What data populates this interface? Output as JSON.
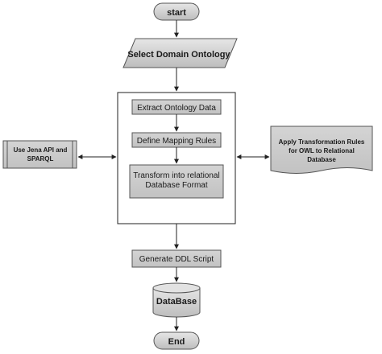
{
  "nodes": {
    "start": "start",
    "select_domain_ontology": "Select Domain Ontology",
    "extract_ontology_data": "Extract Ontology Data",
    "define_mapping_rules": "Define Mapping Rules",
    "transform_line1": "Transform into relational",
    "transform_line2": "Database Format",
    "jena_line1": "Use Jena API and",
    "jena_line2": "SPARQL",
    "rules_line1": "Apply Transformation Rules",
    "rules_line2": "for OWL to Relational",
    "rules_line3": "Database",
    "generate_ddl_script": "Generate DDL Script",
    "database": "DataBase",
    "end": "End"
  }
}
